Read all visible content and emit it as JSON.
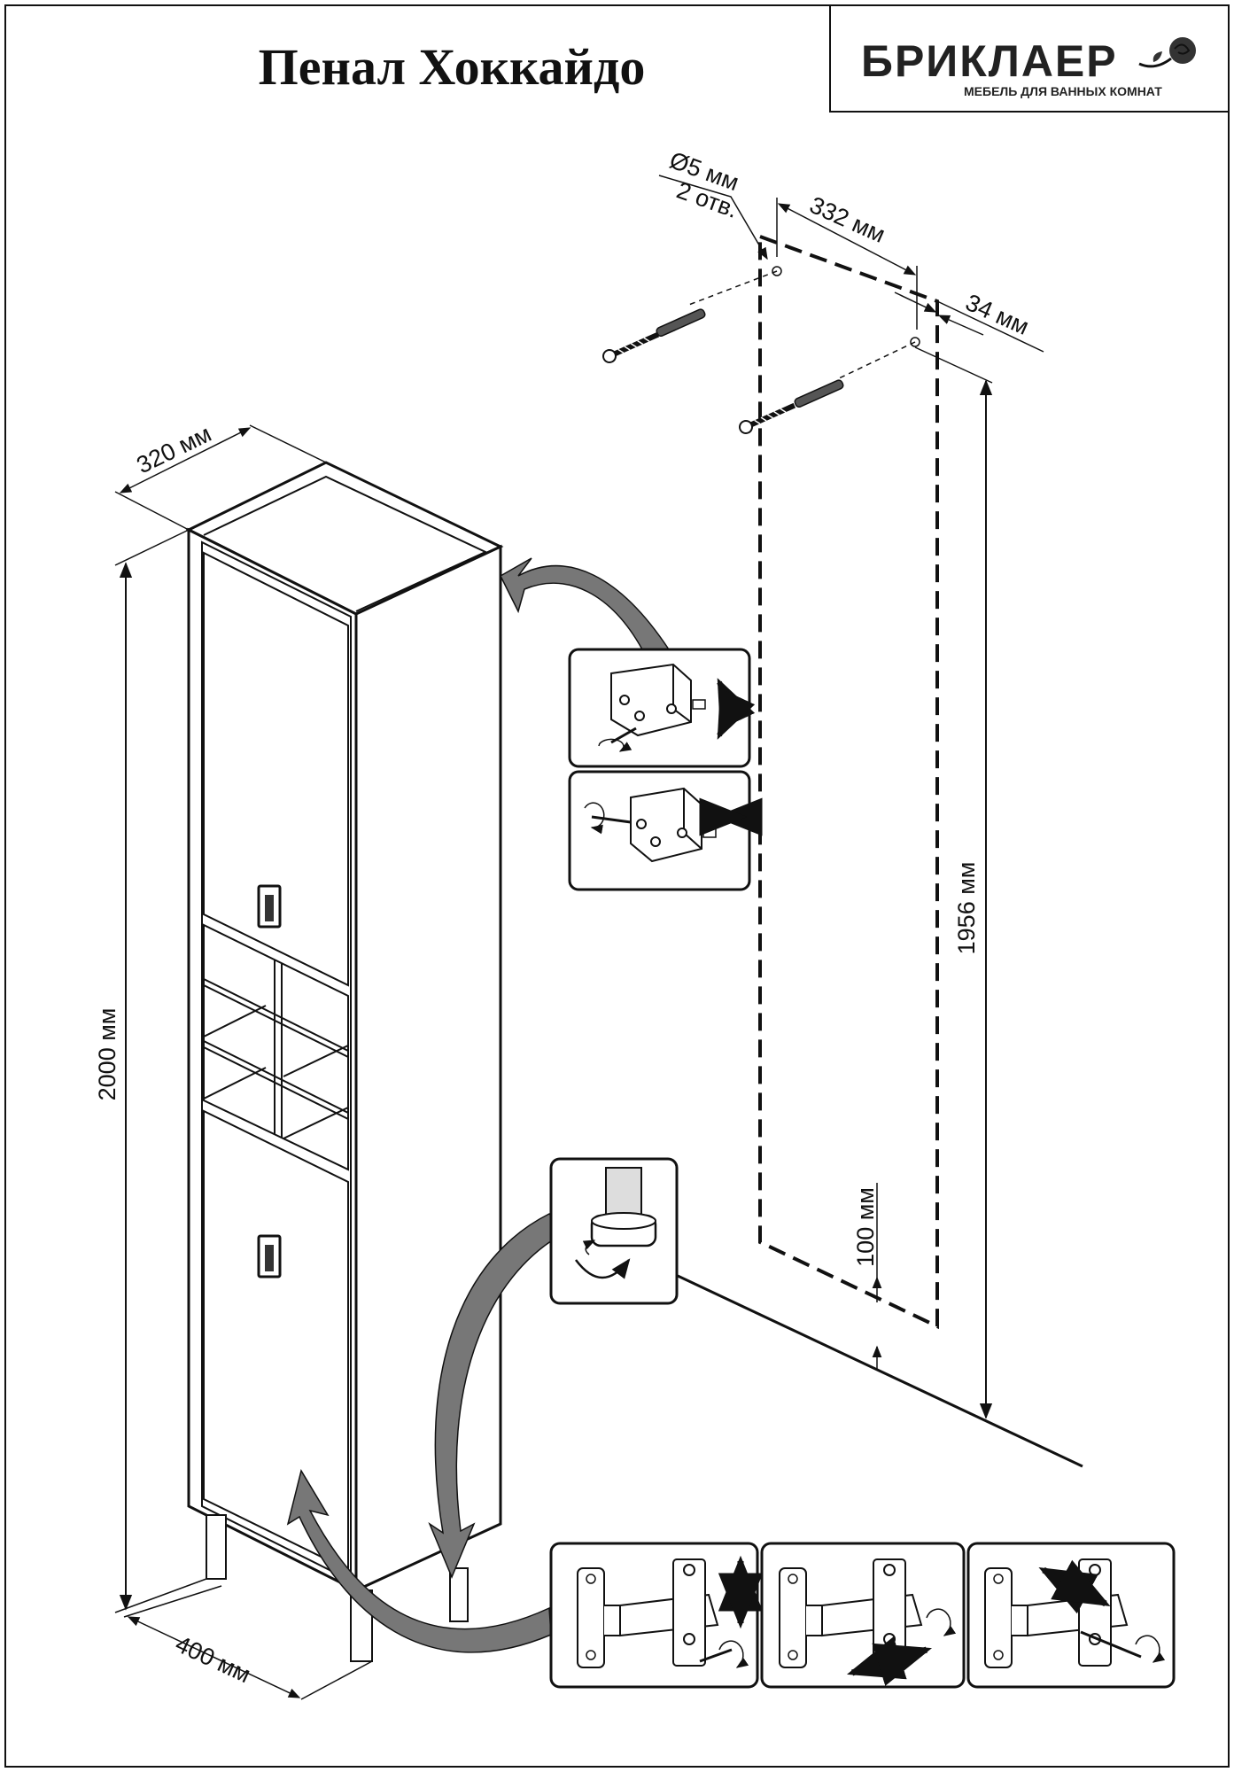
{
  "title": "Пенал Хоккайдо",
  "brand": {
    "name": "БРИКЛАЕР",
    "tagline": "МЕБЕЛЬ ДЛЯ ВАННЫХ КОМНАТ"
  },
  "holes": {
    "diameter": "Ø5 мм",
    "count": "2 отв."
  },
  "dimensions": {
    "hole_spacing": "332 мм",
    "side_offset": "34 мм",
    "mount_height": "1956 мм",
    "floor_offset": "100 мм",
    "depth": "320 мм",
    "height": "2000 мм",
    "width": "400 мм"
  },
  "icons": [
    "rose-logo-icon",
    "screw-icon",
    "wall-plug-icon",
    "mounting-bracket-icon",
    "adjustable-leg-icon",
    "hinge-icon",
    "curved-arrow-icon",
    "rotate-arrow-icon"
  ]
}
